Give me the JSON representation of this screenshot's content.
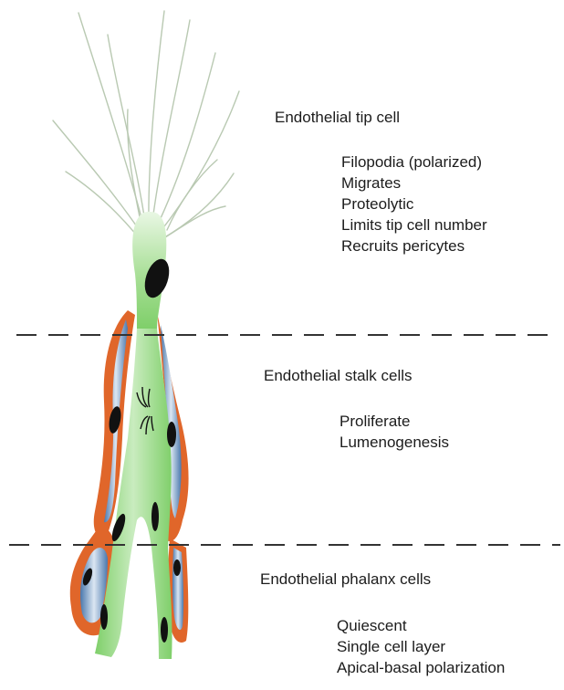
{
  "sections": [
    {
      "title": "Endothelial tip cell",
      "properties": [
        "Filopodia (polarized)",
        "Migrates",
        "Proteolytic",
        "Limits tip cell number",
        "Recruits pericytes"
      ]
    },
    {
      "title": "Endothelial stalk cells",
      "properties": [
        "Proliferate",
        "Lumenogenesis"
      ]
    },
    {
      "title": "Endothelial phalanx cells",
      "properties": [
        "Quiescent",
        "Single cell layer",
        "Apical-basal polarization"
      ]
    }
  ],
  "colors": {
    "cell_green": "#8fd47a",
    "pericyte_orange": "#e0662a",
    "pericyte_blue": "#5b87b8",
    "nucleus": "#111111",
    "divider": "#333333"
  }
}
